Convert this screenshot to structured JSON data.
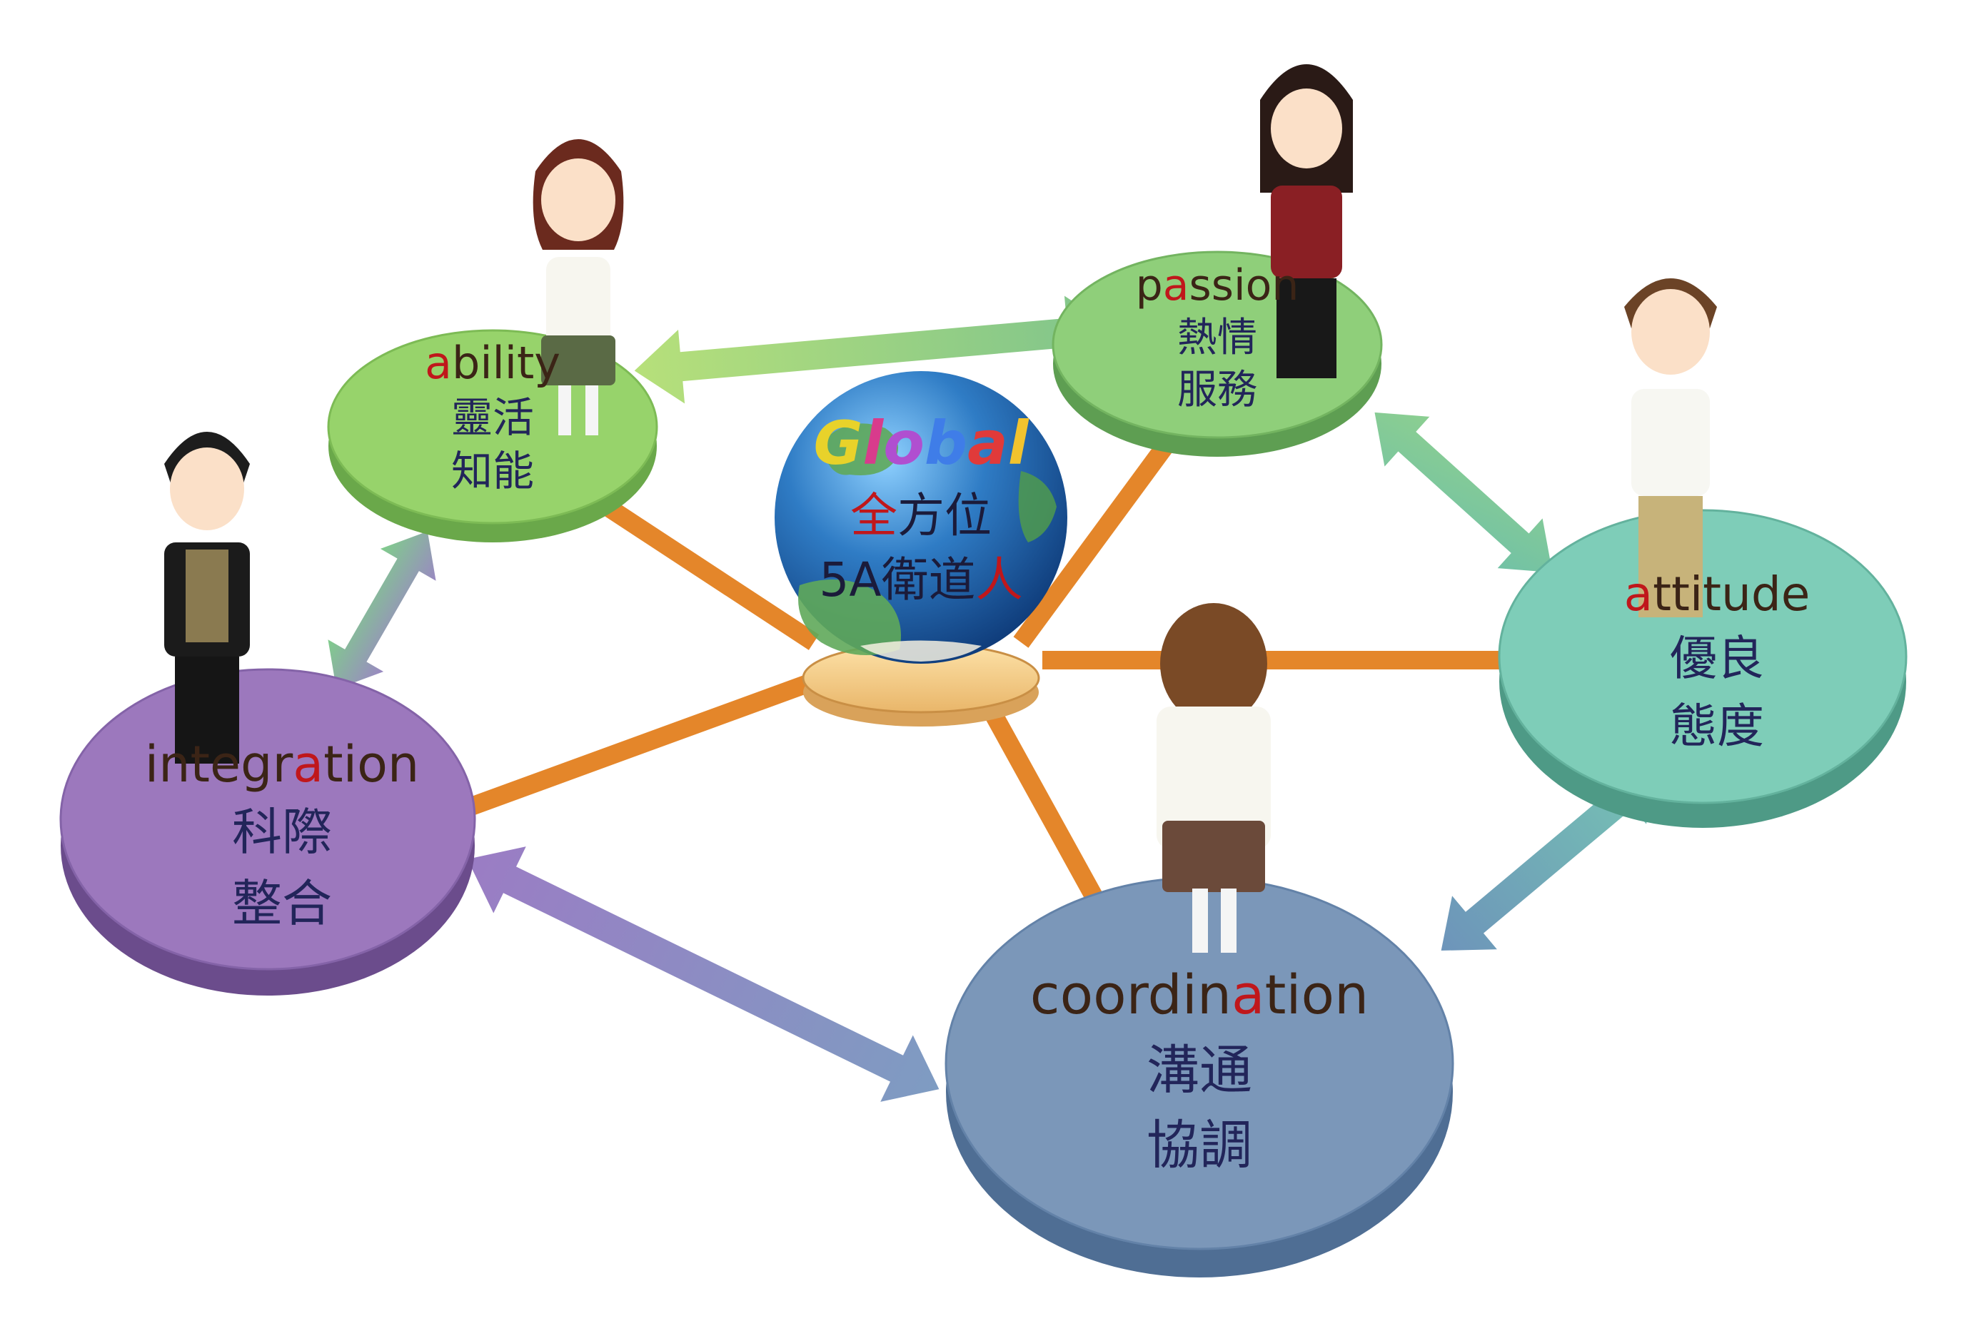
{
  "center": {
    "title_letters": [
      "G",
      "l",
      "o",
      "b",
      "a",
      "l"
    ],
    "title_colors": [
      "#e8d22a",
      "#d83b8c",
      "#b04fd0",
      "#3f7de8",
      "#e03a3a",
      "#f2c32e"
    ],
    "line2_accent": "全",
    "line2_rest": "方位",
    "line3_main": "5A衛道",
    "line3_accent": "人"
  },
  "nodes": {
    "ability": {
      "word_accent": "a",
      "word_rest": "bility",
      "cjk1": "靈活",
      "cjk2": "知能",
      "color": "#97d36b"
    },
    "passion": {
      "word_pre": "p",
      "word_accent": "a",
      "word_rest": "ssion",
      "cjk1": "熱情",
      "cjk2": "服務",
      "color": "#8fcf7a"
    },
    "attitude": {
      "word_accent": "a",
      "word_rest": "ttitude",
      "cjk1": "優良",
      "cjk2": "態度",
      "color": "#7ecdb8"
    },
    "coordination": {
      "word_pre": "coordin",
      "word_accent": "a",
      "word_rest": "tion",
      "cjk1": "溝通",
      "cjk2": "協調",
      "color": "#7b97b9"
    },
    "integration": {
      "word_pre": "integr",
      "word_accent": "a",
      "word_rest": "tion",
      "cjk1": "科際",
      "cjk2": "整合",
      "color": "#9c78bd"
    }
  },
  "colors": {
    "accent_letter": "#c0171b",
    "spoke": "#e4862a",
    "english_text": "#3b2416",
    "cjk_text": "#22255a"
  }
}
